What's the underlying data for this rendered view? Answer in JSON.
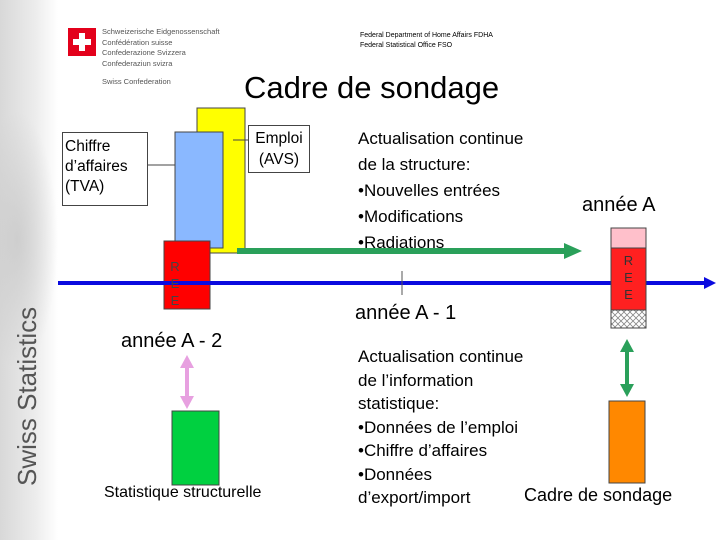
{
  "header": {
    "confederation_lines": [
      "Schweizerische Eidgenossenschaft",
      "Confédération suisse",
      "Confederazione Svizzera",
      "Confederaziun svizra"
    ],
    "confederation_en": "Swiss Confederation",
    "department": "Federal Department of Home Affairs FDHA",
    "office": "Federal Statistical Office FSO"
  },
  "sidebar": {
    "brand": "Swiss Statistics"
  },
  "slide": {
    "title": "Cadre de sondage",
    "sources": {
      "turnover_lines": [
        "Chiffre",
        "d’affaires",
        "(TVA)"
      ],
      "employment_lines": [
        "Emploi",
        "(AVS)"
      ]
    },
    "ree_letters": [
      "R",
      "E",
      "E"
    ],
    "update_structure": {
      "lines": [
        "Actualisation continue",
        "de la structure:",
        "•Nouvelles entrées",
        "•Modifications",
        "•Radiations"
      ]
    },
    "year_a": "année A",
    "year_a1": "année A - 1",
    "year_a2": "année A - 2",
    "structural_stats": "Statistique structurelle",
    "update_info": {
      "lines": [
        "Actualisation continue",
        "de l’information",
        "statistique:",
        "•Données de l’emploi",
        "•Chiffre d’affaires",
        "•Données",
        "d’export/import"
      ]
    },
    "frame_label": "Cadre de sondage"
  },
  "colors": {
    "timeline": "#0a0adf",
    "green_arrow": "#2aa05a",
    "pink_arrow": "#e7a0e0",
    "turnover_box": "#8ab8ff",
    "employment_box": "#ffff00",
    "ree_box": "#ff0000",
    "structural_box": "#00d040",
    "frame_box": "#ff8800",
    "frame_ree": "#ff2020",
    "frame_top": "#ffc0cb",
    "swiss_red": "#e3001b"
  }
}
